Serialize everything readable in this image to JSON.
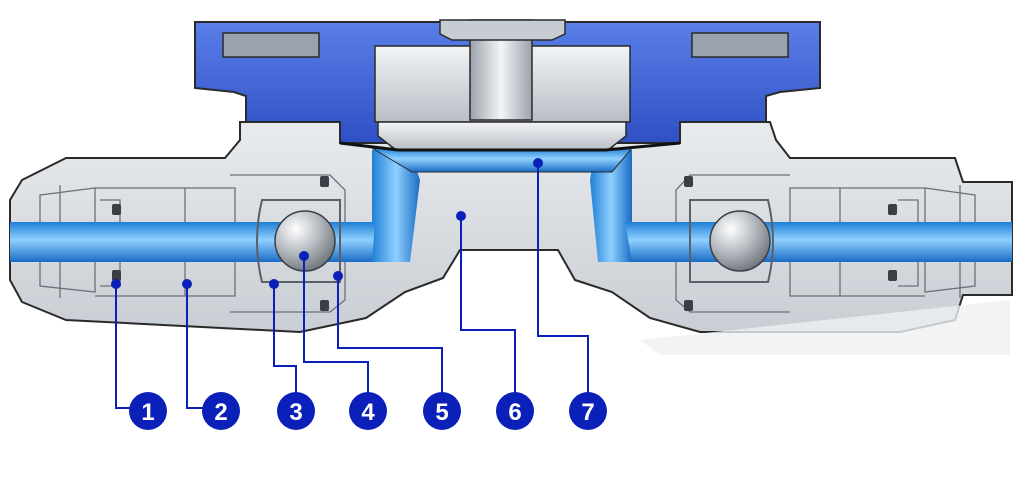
{
  "colors": {
    "accent": "#0a20b8",
    "fluid": "#3aa0ea",
    "body": "#d9dde2",
    "cover": "#3f63d6",
    "outline": "#2a2a2a"
  },
  "callouts": [
    {
      "label": "1"
    },
    {
      "label": "2"
    },
    {
      "label": "3"
    },
    {
      "label": "4"
    },
    {
      "label": "5"
    },
    {
      "label": "6"
    },
    {
      "label": "7"
    }
  ]
}
